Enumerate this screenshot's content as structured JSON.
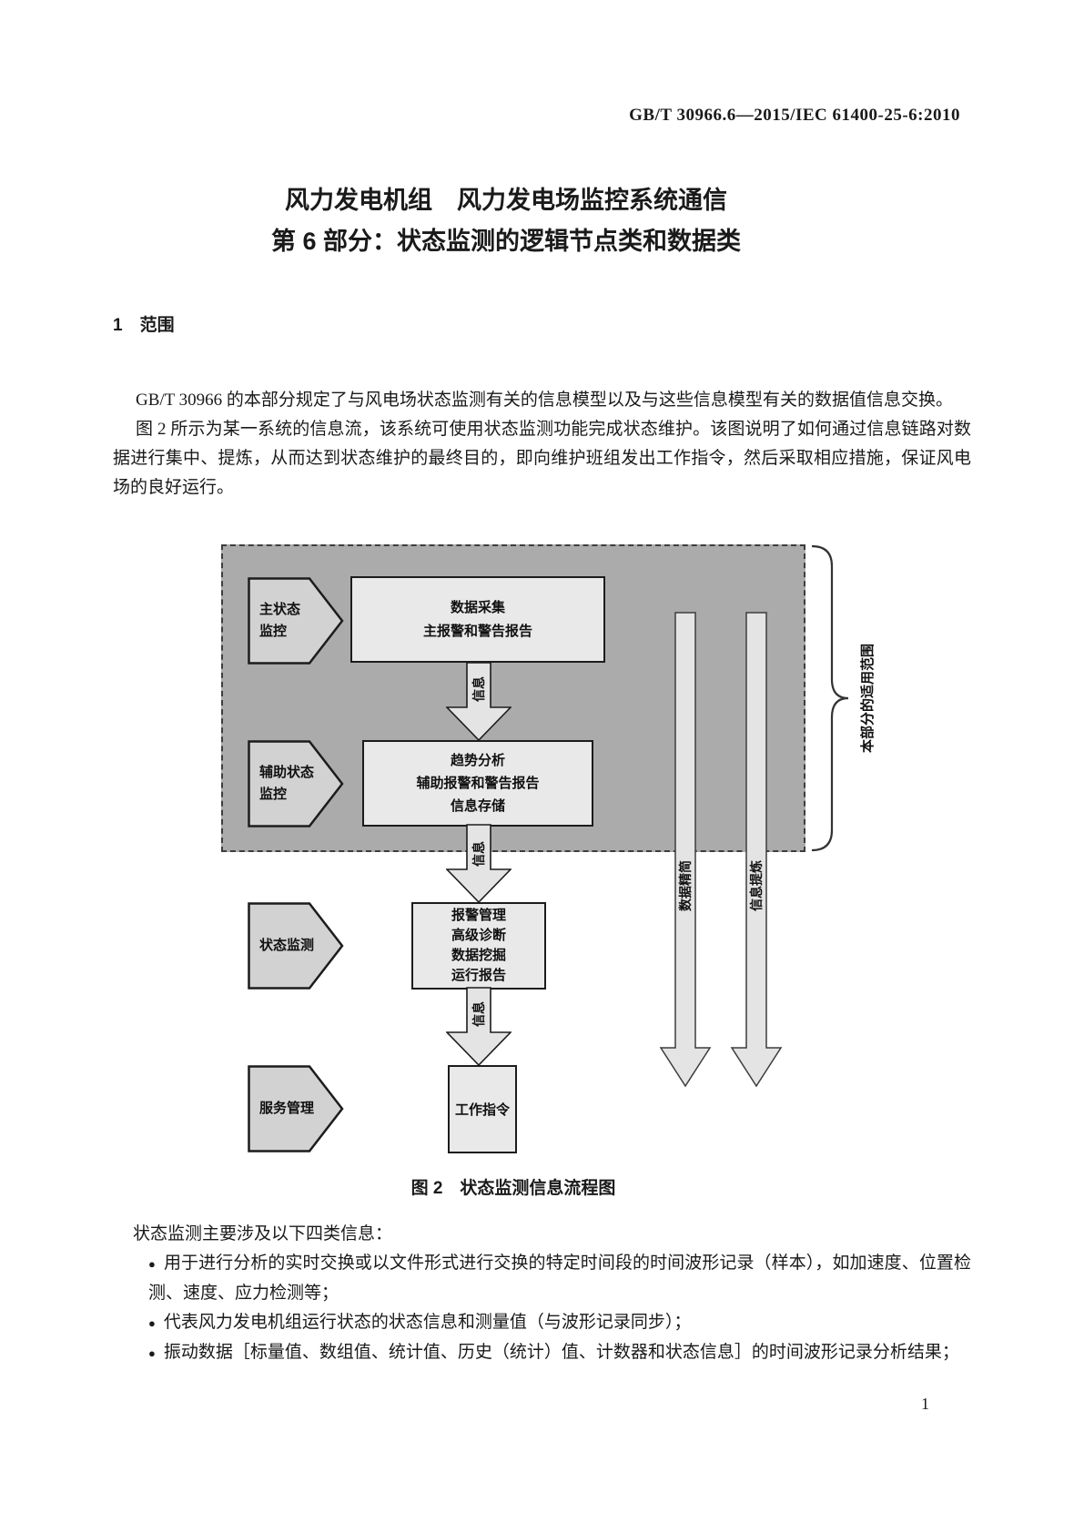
{
  "document": {
    "header": "GB/T 30966.6—2015/IEC 61400-25-6:2010",
    "title_line1": "风力发电机组　风力发电场监控系统通信",
    "title_line2": "第 6 部分：状态监测的逻辑节点类和数据类",
    "section_heading": "1　范围",
    "paragraph1": "GB/T 30966 的本部分规定了与风电场状态监测有关的信息模型以及与这些信息模型有关的数据值信息交换。",
    "paragraph2": "图 2 所示为某一系统的信息流，该系统可使用状态监测功能完成状态维护。该图说明了如何通过信息链路对数据进行集中、提炼，从而达到状态维护的最终目的，即向维护班组发出工作指令，然后采取相应措施，保证风电场的良好运行。",
    "figure_caption": "图 2　状态监测信息流程图",
    "list_intro": "状态监测主要涉及以下四类信息：",
    "bullet_marker": "●",
    "bullets": [
      "用于进行分析的实时交换或以文件形式进行交换的特定时间段的时间波形记录（样本），如加速度、位置检测、速度、应力检测等；",
      "代表风力发电机组运行状态的状态信息和测量值（与波形记录同步）；",
      "振动数据［标量值、数组值、统计值、历史（统计）值、计数器和状态信息］的时间波形记录分析结果；"
    ],
    "page_number": "1"
  },
  "diagram": {
    "scope_label": "本部分的适用范围",
    "flow_label": "信息",
    "tall_arrow_labels": [
      "数据精简",
      "信息提炼"
    ],
    "pentagons": [
      [
        "主状态",
        "监控"
      ],
      [
        "辅助状态",
        "监控"
      ],
      [
        "状态监测"
      ],
      [
        "服务管理"
      ]
    ],
    "boxes": [
      [
        "数据采集",
        "主报警和警告报告"
      ],
      [
        "趋势分析",
        "辅助报警和警告报告",
        "信息存储"
      ],
      [
        "报警管理",
        "高级诊断",
        "数据挖掘",
        "运行报告"
      ],
      [
        "工作指令"
      ]
    ],
    "colors": {
      "canvas_fill": "#ababab",
      "shape_fill": "#d2d2d2",
      "box_fill": "#e9e9e9",
      "arrow_fill": "#e4e4e4",
      "line": "#1c1c1c"
    }
  }
}
